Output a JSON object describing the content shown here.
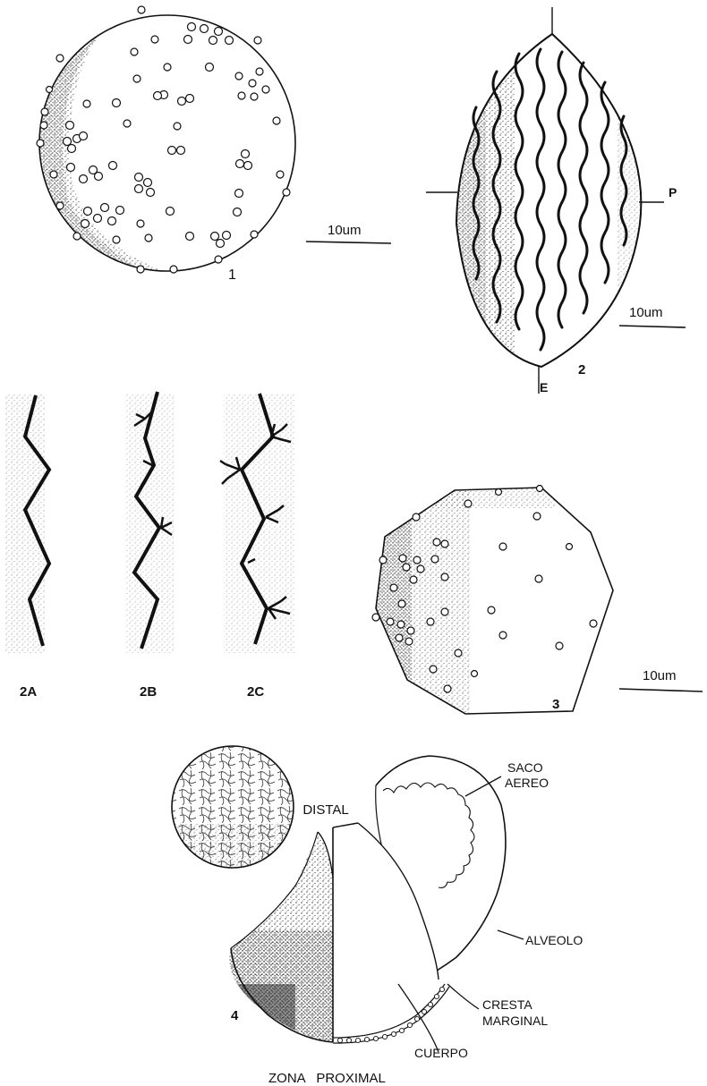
{
  "figures": {
    "fig1": {
      "number": "1",
      "scale": "10um"
    },
    "fig2": {
      "number": "2",
      "scale": "10um",
      "axis_p": "P",
      "axis_e": "E"
    },
    "fig2A": {
      "number": "2A"
    },
    "fig2B": {
      "number": "2B"
    },
    "fig2C": {
      "number": "2C"
    },
    "fig3": {
      "number": "3",
      "scale": "10um"
    },
    "fig4": {
      "number": "4",
      "zona_distal": "ZONA   DISTAL",
      "zona_proximal": "ZONA   PROXIMAL",
      "saco_line1": "SACO",
      "saco_line2": "AEREO",
      "alveolo": "ALVEOLO",
      "cresta_line1": "CRESTA",
      "cresta_line2": "MARGINAL",
      "cuerpo": "CUERPO"
    }
  }
}
